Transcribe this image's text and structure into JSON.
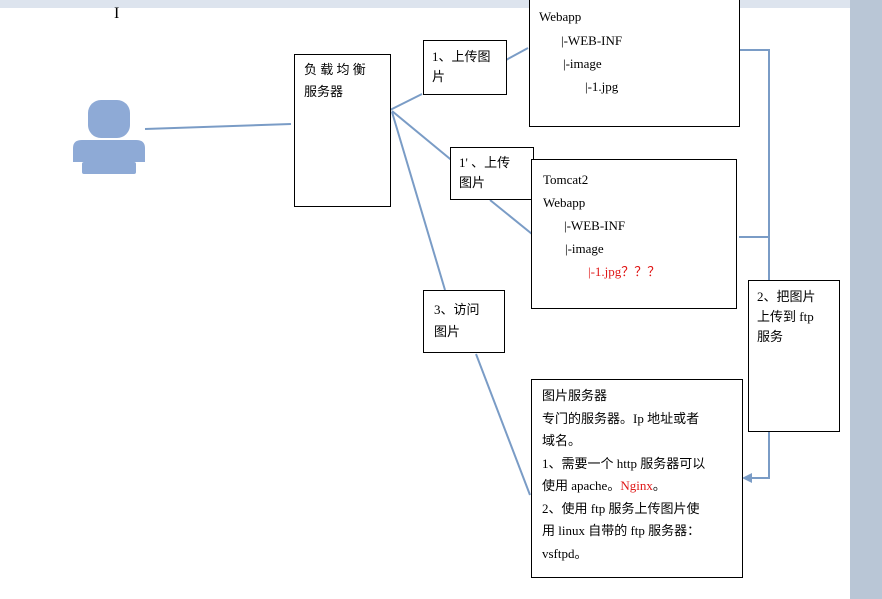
{
  "load_balancer": {
    "line1": "负 载 均 衡",
    "line2": "服务器"
  },
  "label_upload1": {
    "line1": "1、上传图",
    "line2": "片"
  },
  "label_upload1b": {
    "line1": "1'  、上传",
    "line2": "图片"
  },
  "label_access": {
    "line1": "3、访问",
    "line2": "图片"
  },
  "label_ftp": {
    "line1": "2、把图片",
    "line2": "上传到 ftp",
    "line3": "服务"
  },
  "tomcat1": {
    "lines": [
      "Webapp",
      "|-WEB-INF",
      "|-image",
      "|-1.jpg"
    ]
  },
  "tomcat2": {
    "title": "Tomcat2",
    "lines": [
      "Webapp",
      "|-WEB-INF",
      "|-image"
    ],
    "missing_file": "|-1.jpg？？？"
  },
  "image_server": {
    "l1": "图片服务器",
    "l2": "专门的服务器。Ip 地址或者",
    "l3": "域名。",
    "l4": "1、需要一个 http 服务器可以",
    "l5a": "使用 apache。",
    "l5b": "Nginx",
    "l5c": "。",
    "l6": "2、使用 ftp 服务上传图片使",
    "l7": "用 linux 自带的 ftp 服务器：",
    "l8": "vsftpd。"
  },
  "colors": {
    "line": "#7a9cc6",
    "user_icon": "#8eaad6",
    "red_text": "#e01818"
  }
}
